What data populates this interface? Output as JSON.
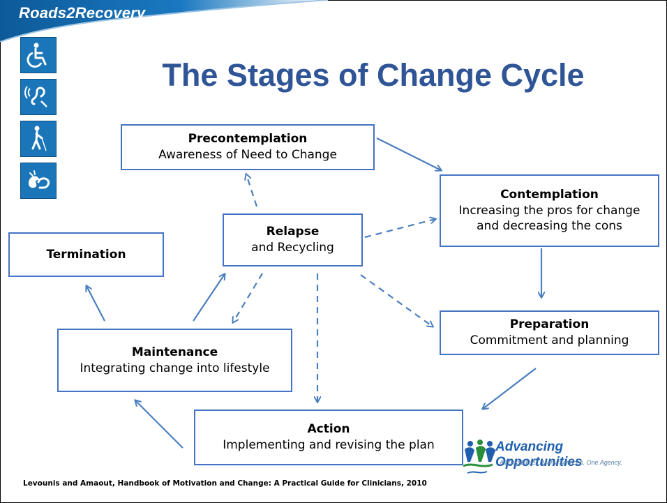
{
  "brand": "Roads2Recovery",
  "title": "The Stages of Change Cycle",
  "icons": [
    "wheelchair-icon",
    "hearing-loop-icon",
    "blind-cane-icon",
    "sign-language-icon"
  ],
  "stages": {
    "precontemplation": {
      "heading": "Precontemplation",
      "text": "Awareness of Need to Change"
    },
    "contemplation": {
      "heading": "Contemplation",
      "line1": "Increasing the pros for change",
      "line2": "and decreasing the cons"
    },
    "relapse": {
      "heading": "Relapse",
      "text": "and Recycling"
    },
    "termination": {
      "heading": "Termination"
    },
    "preparation": {
      "heading": "Preparation",
      "text": "Commitment and planning"
    },
    "maintenance": {
      "heading": "Maintenance",
      "text": "Integrating change into lifestyle"
    },
    "action": {
      "heading": "Action",
      "text": "Implementing and revising the plan"
    }
  },
  "citation": "Levounis and Amaout, Handbook of Motivation and Change: A Practical Guide for Clinicians, 2010",
  "logo": {
    "name": "Advancing Opportunities",
    "tagline": "All Disabilities.  Many Services.  One Agency."
  },
  "colors": {
    "title": "#2f5597",
    "box_border": "#4472c4",
    "arrow": "#4a7ebf",
    "banner": "#1a6fb0"
  }
}
